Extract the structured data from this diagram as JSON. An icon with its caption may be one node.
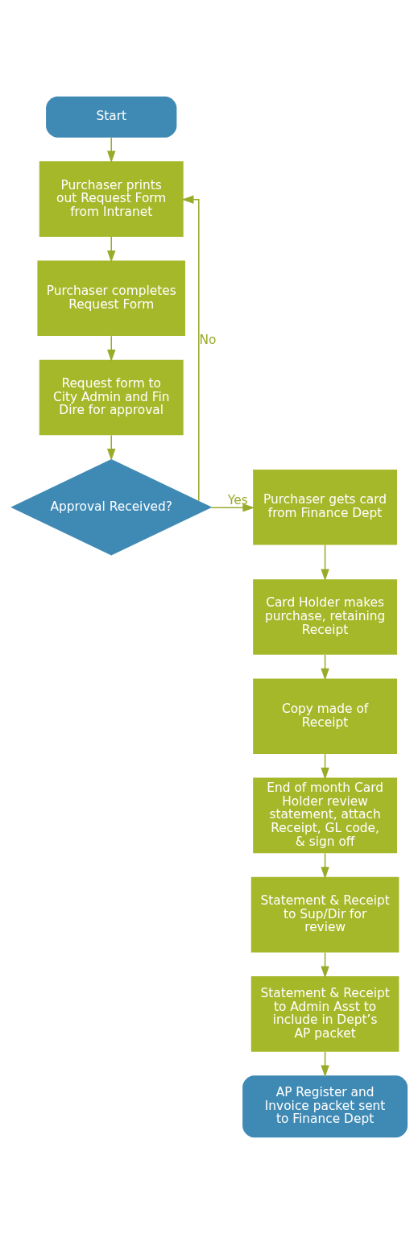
{
  "diagram": {
    "nodes": [
      {
        "text": [
          "Start"
        ]
      },
      {
        "text": [
          "Purchaser prints out Request Form from Intranet"
        ]
      },
      {
        "text": [
          "Purchaser completes Request Form"
        ]
      },
      {
        "text": [
          "Request form to City Admin and Fin Dire for approval"
        ]
      },
      {
        "text": [
          "Approval Received?"
        ]
      },
      {
        "text": [
          "Purchaser gets card from Finance Dept"
        ]
      },
      {
        "text": [
          "Card Holder makes purchase, retaining Receipt"
        ]
      },
      {
        "text": [
          "Copy made of Receipt"
        ]
      },
      {
        "text": [
          "End of month Card Holder review statement, attach Receipt, GL code, & sign off"
        ]
      },
      {
        "text": [
          "Statement & Receipt to Sup/Dir for review"
        ]
      },
      {
        "text": [
          "Statement & Receipt to Admin Asst to include in Dept’s AP packet"
        ]
      },
      {
        "text": [
          "AP Register and Invoice packet sent to Finance Dept"
        ]
      }
    ],
    "edges": [
      {
        "from": 0,
        "to": 1,
        "arrow": "to"
      },
      {
        "from": 1,
        "to": 2,
        "arrow": "to"
      },
      {
        "from": 2,
        "to": 3,
        "arrow": "to"
      },
      {
        "from": 3,
        "to": 4,
        "arrow": "to"
      },
      {
        "from": 4,
        "to": 1,
        "arrow": "to",
        "label": "No"
      },
      {
        "from": 4,
        "to": 5,
        "arrow": "to",
        "label": "Yes"
      },
      {
        "from": 5,
        "to": 6,
        "arrow": "to"
      },
      {
        "from": 6,
        "to": 7,
        "arrow": "to"
      },
      {
        "from": 7,
        "to": 8,
        "arrow": "to"
      },
      {
        "from": 8,
        "to": 9,
        "arrow": "to"
      },
      {
        "from": 9,
        "to": 10,
        "arrow": "to"
      },
      {
        "from": 10,
        "to": 11,
        "arrow": "to"
      }
    ]
  }
}
